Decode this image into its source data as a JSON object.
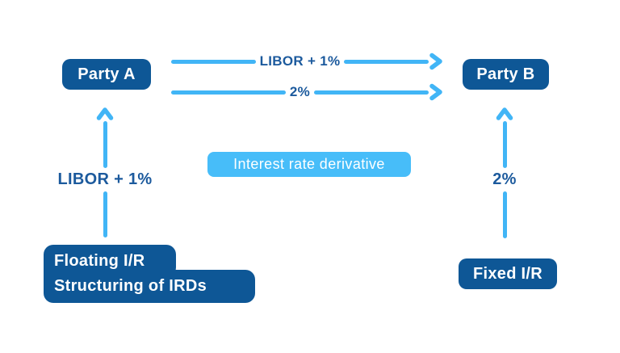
{
  "diagram": {
    "nodes": {
      "party_a": "Party A",
      "party_b": "Party B",
      "floating_ir_line1": "Floating I/R",
      "floating_ir_line2": "Structuring of IRDs",
      "fixed_ir": "Fixed I/R"
    },
    "center_tag": "Interest rate derivative",
    "flows": {
      "a_to_b_top": "LIBOR + 1%",
      "a_to_b_bottom": "2%",
      "into_party_a": "LIBOR + 1%",
      "into_party_b": "2%"
    },
    "colors": {
      "node_bg": "#0e5796",
      "node_text": "#ffffff",
      "arrow": "#41b5f6",
      "tag_bg": "#47bdf9",
      "tag_text": "#ffffff",
      "flow_label": "#1c5a9d"
    }
  }
}
